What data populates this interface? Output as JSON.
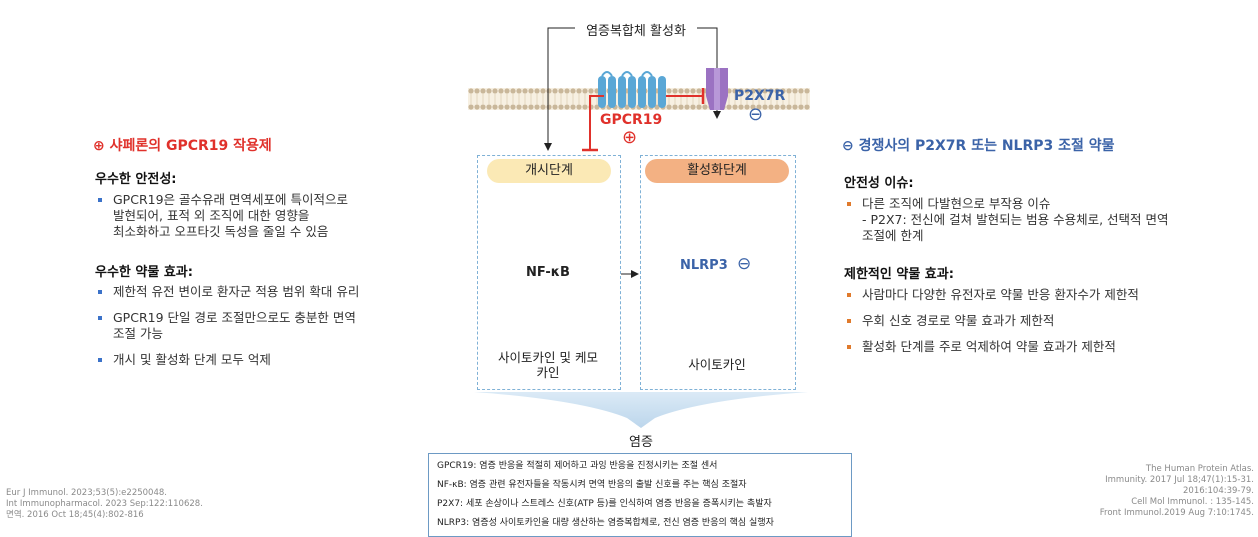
{
  "top_label": "염증복합체 활성화",
  "membrane": {
    "gpcr19_label": "GPCR19",
    "p2x7r_label": "P2X7R",
    "plus_symbol": "⊕",
    "minus_symbol": "⊖"
  },
  "left_panel": {
    "title": "⊕ 샤페론의 GPCR19 작용제",
    "sections": [
      {
        "heading": "우수한 안전성:",
        "items": [
          "GPCR19은 골수유래 면역세포에 특이적으로\n발현되어, 표적 외 조직에 대한 영향을\n최소화하고 오프타깃 독성을 줄일 수 있음"
        ]
      },
      {
        "heading": "우수한 약물 효과:",
        "items": [
          "제한적 유전 변이로 환자군 적용 범위 확대 유리",
          "GPCR19 단일 경로 조절만으로도 충분한 면역\n조절 가능",
          "개시 및 활성화 단계 모두 억제"
        ]
      }
    ]
  },
  "right_panel": {
    "title": "⊖ 경쟁사의 P2X7R 또는 NLRP3 조절 약물",
    "sections": [
      {
        "heading": "안전성 이슈:",
        "items": [
          "다른 조직에 다발현으로 부작용 이슈\n- P2X7: 전신에 걸쳐 발현되는 범용 수용체로, 선택적 면역\n조절에 한계"
        ]
      },
      {
        "heading": "제한적인 약물 효과:",
        "items": [
          "사람마다 다양한 유전자로 약물 반응 환자수가 제한적",
          "우회 신호 경로로 약물 효과가 제한적",
          "활성화 단계를 주로 억제하여 약물 효과가 제한적"
        ]
      }
    ]
  },
  "priming": {
    "stage_label": "개시단계",
    "molecule_label": "NF-κB",
    "output_label": "사이토카인 및 케모\n카인"
  },
  "activation": {
    "stage_label": "활성화단계",
    "molecule_label": "NLRP3",
    "output_label": "사이토카인"
  },
  "outcome_label": "염증",
  "legend": [
    "GPCR19: 염증 반응을 적절히 제어하고 과잉 반응을 진정시키는 조절 센서",
    "NF-κB: 염증 관련 유전자들을 작동시켜 면역 반응의 출발 신호를 주는 핵심 조절자",
    "P2X7: 세포 손상이나 스트레스 신호(ATP 등)를 인식하여 염증 반응을 증폭시키는 촉발자",
    "NLRP3: 염증성 사이토카인을 대량 생산하는 염증복합체로, 전신 염증 반응의 핵심 실행자"
  ],
  "refs_left": "Eur J Immunol. 2023;53(5):e2250048.\nInt Immunopharmacol. 2023 Sep:122:110628.\n면역. 2016 Oct 18;45(4):802-816",
  "refs_right": "The Human Protein Atlas.\nImmunity. 2017 Jul 18;47(1):15-31.\n2016:104:39-79.\nCell Mol Immunol. : 135-145.\nFront Immunol.2019 Aug 7:10:1745.",
  "colors": {
    "plus_red": "#e0312b",
    "minus_blue": "#3b63a8",
    "priming_pill": "#fbe9b5",
    "activation_pill": "#f3b183",
    "stage_border": "#7fb1d6"
  }
}
